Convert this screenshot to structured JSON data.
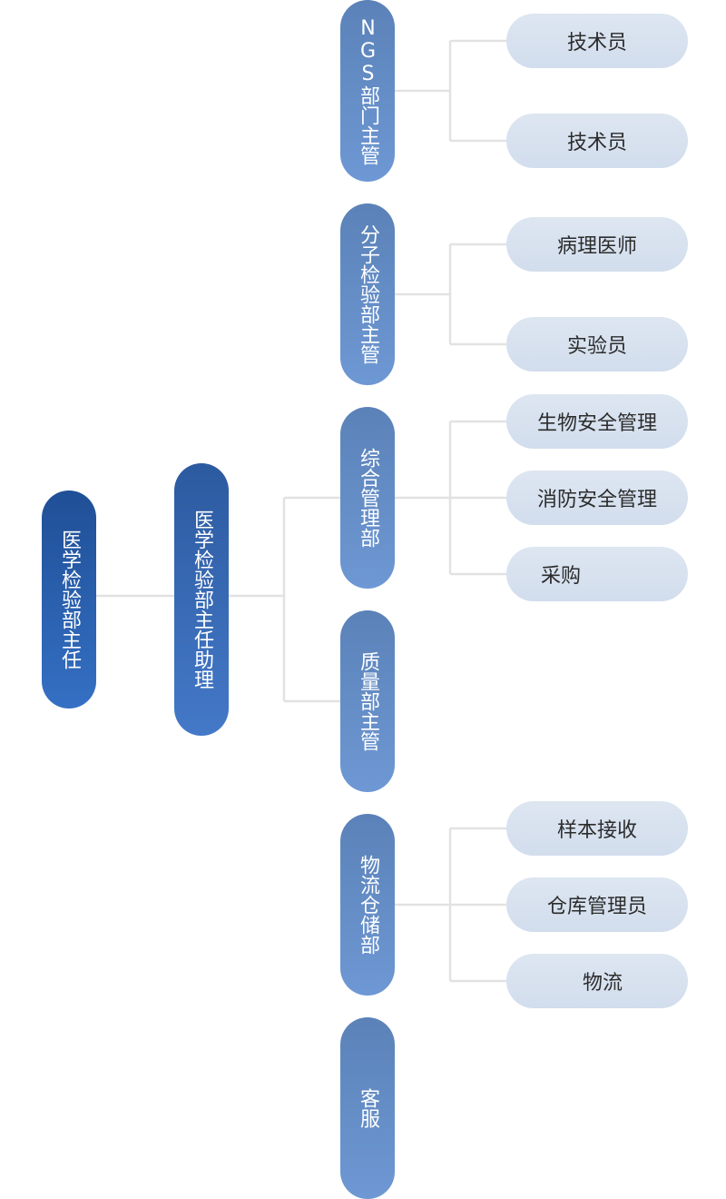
{
  "root": {
    "label": "医学检验部主任"
  },
  "assistant": {
    "label": "医学检验部主任助理"
  },
  "departments": [
    {
      "label": "NGS部门主管",
      "roles": [
        "技术员",
        "技术员"
      ]
    },
    {
      "label": "分子检验部主管",
      "roles": [
        "病理医师",
        "实验员"
      ]
    },
    {
      "label": "综合管理部",
      "roles": [
        "生物安全管理",
        "消防安全管理",
        "采购"
      ]
    },
    {
      "label": "质量部主管",
      "roles": []
    },
    {
      "label": "物流仓储部",
      "roles": [
        "样本接收",
        "仓库管理员",
        "物流"
      ]
    },
    {
      "label": "客服",
      "roles": []
    }
  ],
  "colors": {
    "connector": "#e2e2e2",
    "root_top": "#1f4f96",
    "dept_top": "#5b82b8",
    "role_bg": "#d8e2ef"
  }
}
